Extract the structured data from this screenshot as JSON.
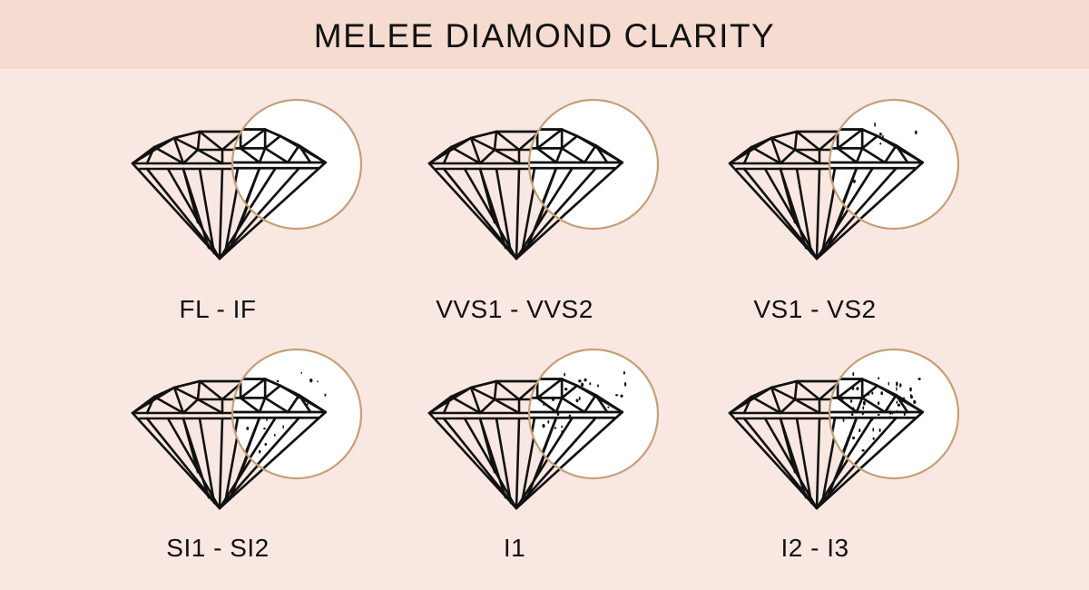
{
  "title": "MELEE DIAMOND CLARITY",
  "colors": {
    "background": "#f9e8e1",
    "header_band": "#f6dbd1",
    "loupe_ring": "#c59f78",
    "outline": "#111111"
  },
  "grades": [
    {
      "label": "FL - IF",
      "inclusions": "none"
    },
    {
      "label": "VVS1 - VVS2",
      "inclusions": "none"
    },
    {
      "label": "VS1 - VS2",
      "inclusions": "few"
    },
    {
      "label": "SI1 - SI2",
      "inclusions": "some"
    },
    {
      "label": "I1",
      "inclusions": "many"
    },
    {
      "label": "I2 - I3",
      "inclusions": "heavy"
    }
  ]
}
